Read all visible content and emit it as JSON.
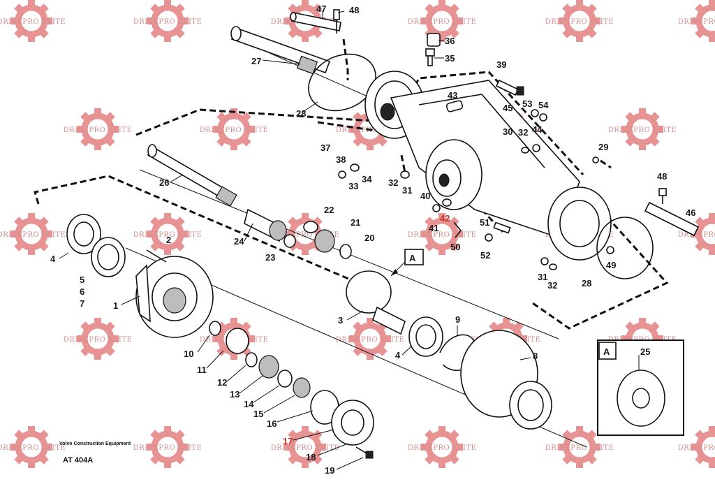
{
  "watermark": {
    "text": "DRIVEPRO ELITE",
    "color": "#e07070"
  },
  "footer": {
    "manufacturer": "Volvo Construction Equipment",
    "drawing_code": "AT 404A"
  },
  "detail": {
    "marker_letter": "A",
    "inset_letter": "A",
    "part_label": "25"
  },
  "labels": {
    "n1": "1",
    "n2": "2",
    "n3": "3",
    "n4a": "4",
    "n4b": "4",
    "n5": "5",
    "n6": "6",
    "n7": "7",
    "n8": "8",
    "n9": "9",
    "n10": "10",
    "n11": "11",
    "n12": "12",
    "n13": "13",
    "n14": "14",
    "n15": "15",
    "n16": "16",
    "n17": "17",
    "n18": "18",
    "n19": "19",
    "n20": "20",
    "n21": "21",
    "n22": "22",
    "n23": "23",
    "n24": "24",
    "n26": "26",
    "n27": "27",
    "n28a": "28",
    "n28b": "28",
    "n29": "29",
    "n30": "30",
    "n31a": "31",
    "n31b": "31",
    "n32a": "32",
    "n32b": "32",
    "n32c": "32",
    "n33": "33",
    "n34": "34",
    "n35": "35",
    "n36": "36",
    "n37": "37",
    "n38": "38",
    "n39": "39",
    "n40": "40",
    "n41": "41",
    "n42": "42",
    "n43": "43",
    "n44": "44",
    "n45": "45",
    "n46": "46",
    "n47": "47",
    "n48a": "48",
    "n48b": "48",
    "n49": "49",
    "n50": "50",
    "n51": "51",
    "n52": "52",
    "n53": "53",
    "n54": "54"
  }
}
